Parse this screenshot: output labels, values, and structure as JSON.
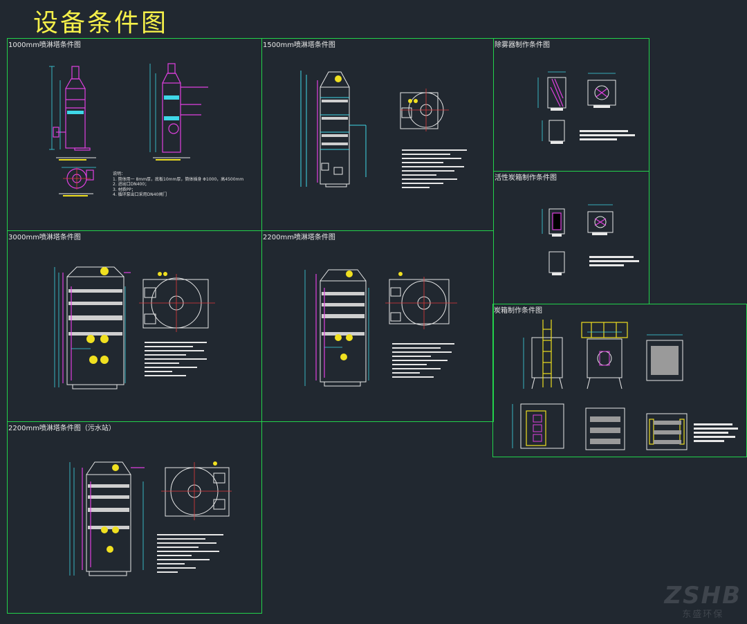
{
  "title": "设备条件图",
  "colors": {
    "background": "#212830",
    "frame": "#22d34b",
    "title": "#f5f04a",
    "magenta": "#e040e0",
    "cyan": "#3fd7e8",
    "yellow": "#f0e020",
    "white": "#e8e8e8",
    "red": "#e33a3a"
  },
  "panels": {
    "tower_1000": {
      "label": "1000mm喷淋塔条件图"
    },
    "tower_1500": {
      "label": "1500mm喷淋塔条件图"
    },
    "demister": {
      "label": "除雾器制作条件图"
    },
    "carbon_box": {
      "label": "活性炭箱制作条件图"
    },
    "tower_3000": {
      "label": "3000mm喷淋塔条件图"
    },
    "tower_2200": {
      "label": "2200mm喷淋塔条件图"
    },
    "box": {
      "label": "炭箱制作条件图"
    },
    "tower_2200_sewage": {
      "label": "2200mm喷淋塔条件图（污水站）"
    }
  },
  "notes_1000": {
    "heading": "说明：",
    "line1": "1. 筒体用一 8mm厚，底板10mm厚，筒体插身 Φ1000，高4500mm",
    "line2": "2. 进出口DN400；",
    "line3": "3. 材质PP；",
    "line4": "4. 循环泵出口采用DN40阀门"
  },
  "watermark": {
    "brand": "ZSHB",
    "sub": "东盛环保"
  }
}
